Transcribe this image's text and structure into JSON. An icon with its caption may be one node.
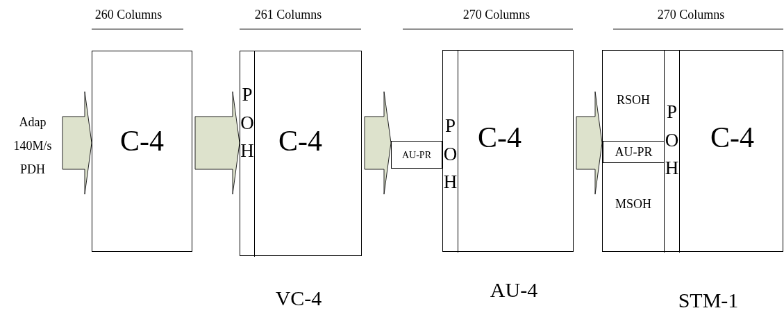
{
  "diagram": {
    "nodes": [
      {
        "text": [
          "Adap 140M/s PDH"
        ]
      },
      {
        "text": [
          "C-4"
        ],
        "beside": [
          "260 Columns"
        ]
      },
      {
        "text": [
          "C-4"
        ],
        "beside": [
          "261 Columns",
          "VC-4"
        ]
      },
      {
        "text": [
          "POH"
        ],
        "in": 2
      },
      {
        "text": [
          "C-4"
        ],
        "beside": [
          "270 Columns",
          "AU-4"
        ]
      },
      {
        "text": [
          "POH"
        ],
        "in": 4
      },
      {
        "text": [
          "AU-PR"
        ]
      },
      {
        "text": [
          "C-4"
        ],
        "beside": [
          "270 Columns",
          "STM-1"
        ]
      },
      {
        "text": [
          "RSOH"
        ],
        "in": 7
      },
      {
        "text": [
          "AU-PR"
        ],
        "in": 7
      },
      {
        "text": [
          "MSOH"
        ],
        "in": 7
      },
      {
        "text": [
          "POH"
        ],
        "in": 7
      }
    ],
    "edges": [
      {
        "from": 0,
        "to": 1,
        "arrow": "to"
      },
      {
        "from": 1,
        "to": 2,
        "arrow": "to"
      },
      {
        "from": 2,
        "to": 6,
        "arrow": "to"
      },
      {
        "from": 4,
        "to": 7,
        "arrow": "to"
      }
    ]
  }
}
